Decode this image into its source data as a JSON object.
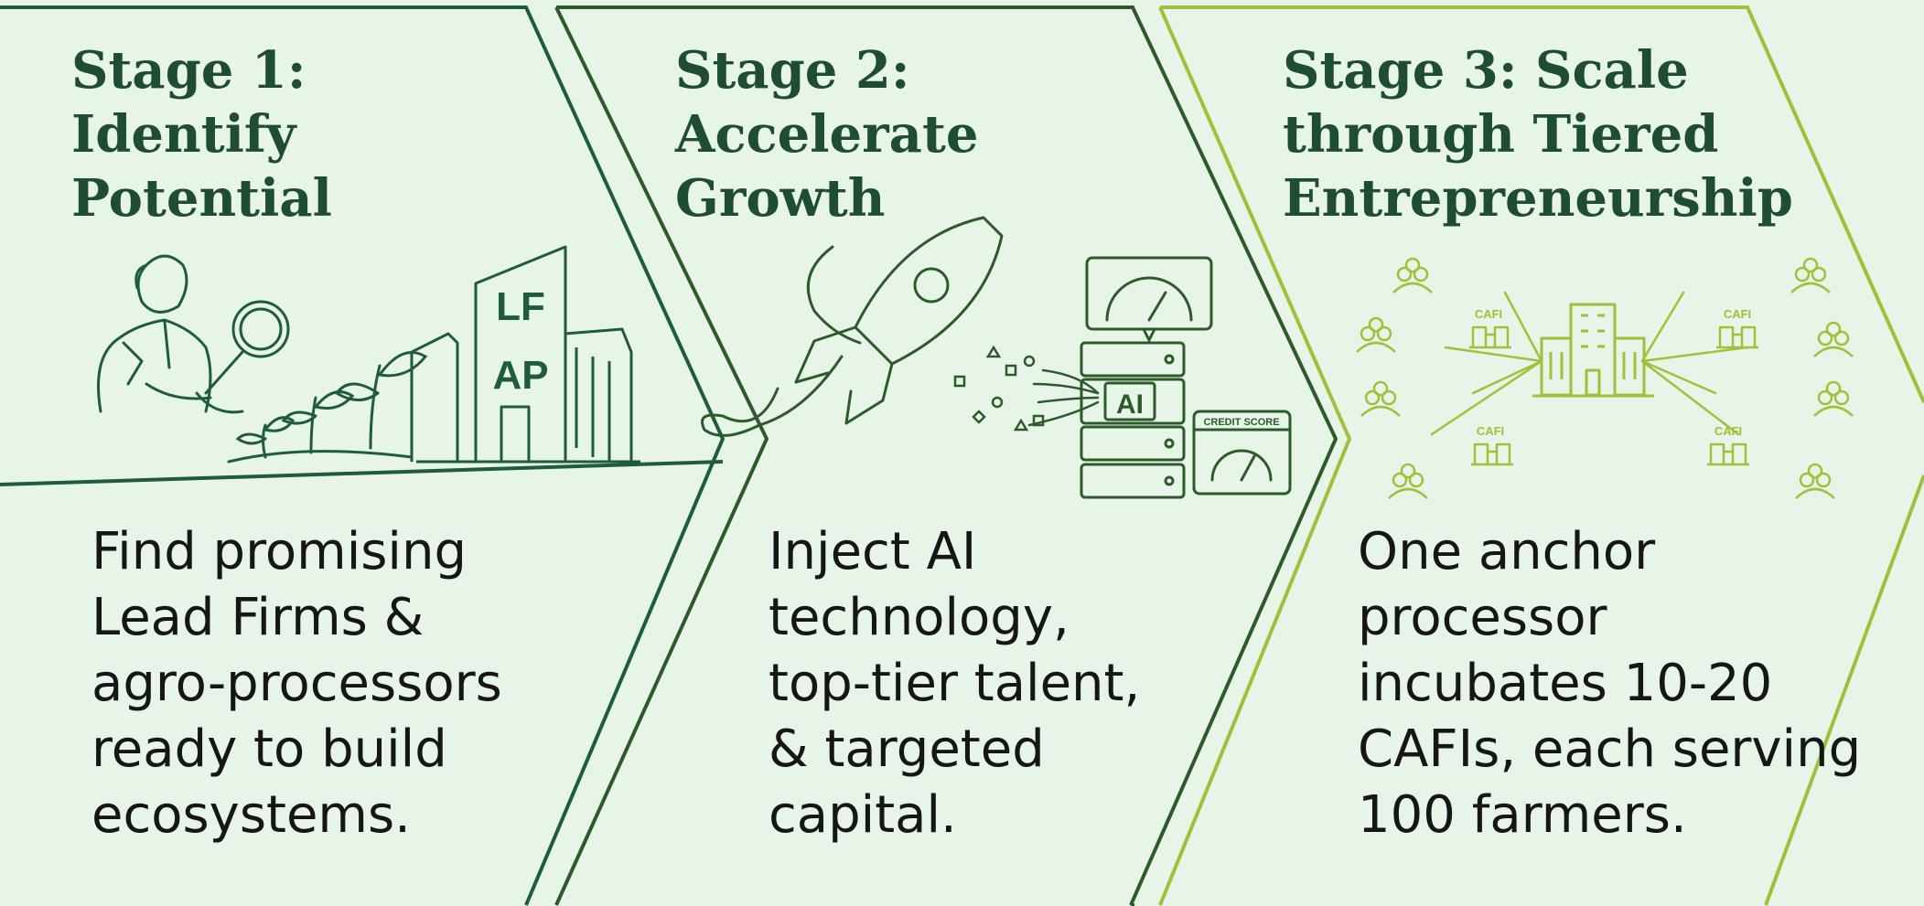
{
  "stages": [
    {
      "title_lines": [
        "Stage 1:",
        "Identify",
        "Potential"
      ],
      "desc_lines": [
        "Find promising",
        "Lead Firms &",
        "agro-processors",
        "ready to build",
        "ecosystems."
      ],
      "icon_names": [
        "researcher-magnifier-icon",
        "seedlings-icon",
        "lead-firm-building-icon"
      ],
      "building_labels": [
        "LF",
        "AP"
      ]
    },
    {
      "title_lines": [
        "Stage 2:",
        "Accelerate",
        "Growth"
      ],
      "desc_lines": [
        "Inject AI",
        "technology,",
        "top-tier talent,",
        "& targeted",
        "capital."
      ],
      "icon_names": [
        "rocket-icon",
        "data-flow-icon",
        "ai-server-icon",
        "gauge-icon",
        "credit-score-meter-icon"
      ],
      "server_label": "AI",
      "credit_label": "CREDIT SCORE"
    },
    {
      "title_lines": [
        "Stage 3: Scale",
        "through Tiered",
        "Entrepreneurship"
      ],
      "desc_lines": [
        "One anchor",
        "processor",
        "incubates 10-20",
        "CAFIs, each serving",
        "100 farmers."
      ],
      "icon_names": [
        "anchor-processor-building-icon",
        "cafi-hub-icon",
        "farmer-group-icon"
      ],
      "hub_label": "CAFI"
    }
  ],
  "colors": {
    "background": "#e6f5e8",
    "stage1_stroke": "#1f5c3c",
    "stage2_stroke": "#2d5a2a",
    "stage3_stroke": "#a3bf3a",
    "title": "#1f4d33",
    "text": "#161616"
  }
}
